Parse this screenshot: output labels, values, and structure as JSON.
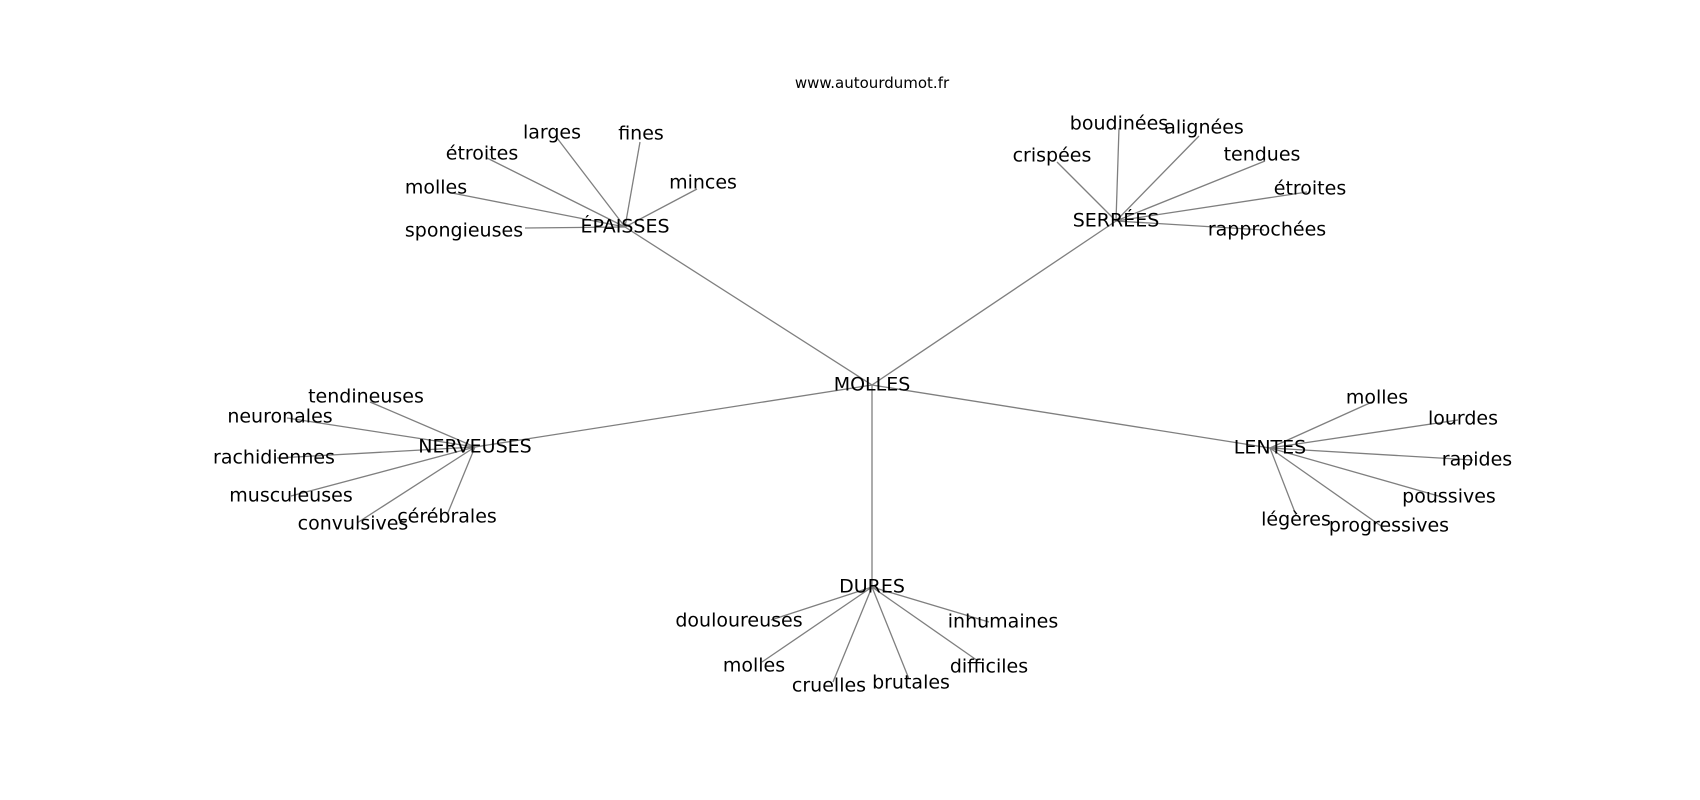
{
  "source": "www.autourdumot.fr",
  "root": "MOLLES",
  "branches": [
    {
      "id": "epaisses",
      "label": "ÉPAISSES",
      "leaves": [
        "spongieuses",
        "molles",
        "étroites",
        "larges",
        "fines",
        "minces"
      ]
    },
    {
      "id": "serrees",
      "label": "SERRÉES",
      "leaves": [
        "crispées",
        "boudinées",
        "alignées",
        "tendues",
        "étroites",
        "rapprochées"
      ]
    },
    {
      "id": "nerveuses",
      "label": "NERVEUSES",
      "leaves": [
        "tendineuses",
        "neuronales",
        "rachidiennes",
        "musculeuses",
        "convulsives",
        "cérébrales"
      ]
    },
    {
      "id": "lentes",
      "label": "LENTES",
      "leaves": [
        "molles",
        "lourdes",
        "rapides",
        "poussives",
        "progressives",
        "légères"
      ]
    },
    {
      "id": "dures",
      "label": "DURES",
      "leaves": [
        "douloureuses",
        "molles",
        "cruelles",
        "brutales",
        "difficiles",
        "inhumaines"
      ]
    }
  ]
}
